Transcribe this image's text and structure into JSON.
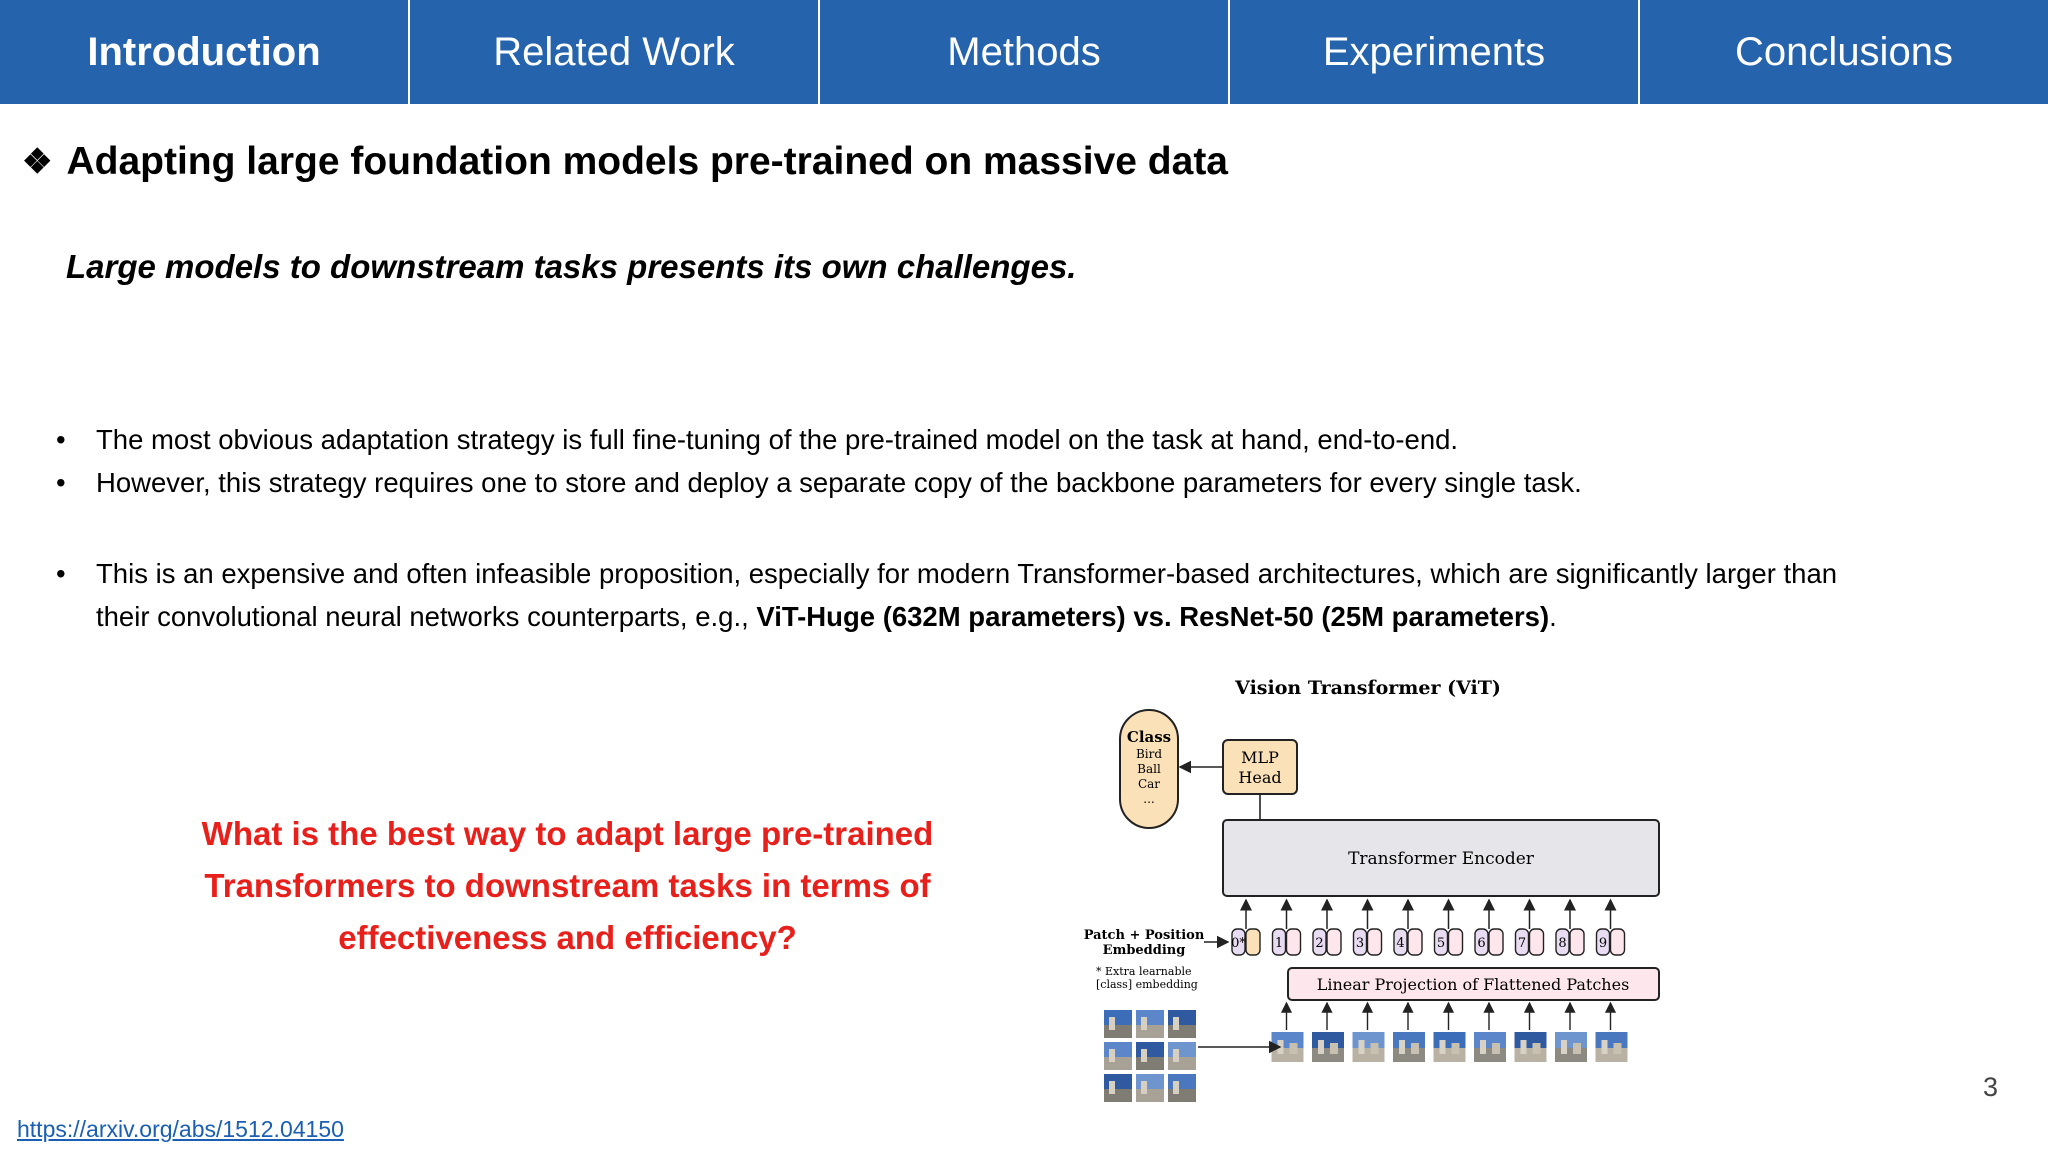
{
  "nav": {
    "tabs": [
      {
        "label": "Introduction"
      },
      {
        "label": "Related Work"
      },
      {
        "label": "Methods"
      },
      {
        "label": "Experiments"
      },
      {
        "label": "Conclusions"
      }
    ]
  },
  "slide": {
    "heading": "Adapting large foundation models pre-trained on massive data",
    "subheading": "Large models to downstream tasks presents its own challenges.",
    "bullets": [
      "The most obvious adaptation strategy is full fine-tuning of the pre-trained model on the task at hand, end-to-end.",
      "However, this strategy requires one to store and deploy a separate copy of the backbone parameters for every single task."
    ],
    "bullet3_line1": "This is an expensive and often infeasible proposition, especially for modern Transformer-based architectures, which are significantly larger than",
    "bullet3_line2_prefix": "their convolutional neural networks counterparts, e.g., ",
    "bullet3_line2_bold": "ViT-Huge (632M parameters) vs. ResNet-50 (25M parameters)",
    "bullet3_line2_suffix": ".",
    "question": "What is the best way to adapt large pre-trained Transformers to downstream tasks in terms of effectiveness and efficiency?",
    "page_number": "3",
    "source_link": "https://arxiv.org/abs/1512.04150"
  },
  "figure": {
    "title": "Vision Transformer (ViT)",
    "class_box": {
      "title": "Class",
      "items": [
        "Bird",
        "Ball",
        "Car",
        "..."
      ]
    },
    "mlp_head": [
      "MLP",
      "Head"
    ],
    "encoder": "Transformer Encoder",
    "patch_label": [
      "Patch + Position",
      "Embedding"
    ],
    "extra_note": [
      "* Extra learnable",
      "[class] embedding"
    ],
    "projection": "Linear Projection of Flattened Patches",
    "tokens": [
      "0*",
      "1",
      "2",
      "3",
      "4",
      "5",
      "6",
      "7",
      "8",
      "9"
    ]
  },
  "colors": {
    "nav_bg": "#2563ac",
    "question": "#e8201c",
    "class_box_fill": "#fbe1b8",
    "encoder_fill": "#e6e6ea",
    "projection_fill": "#fde6ec"
  }
}
